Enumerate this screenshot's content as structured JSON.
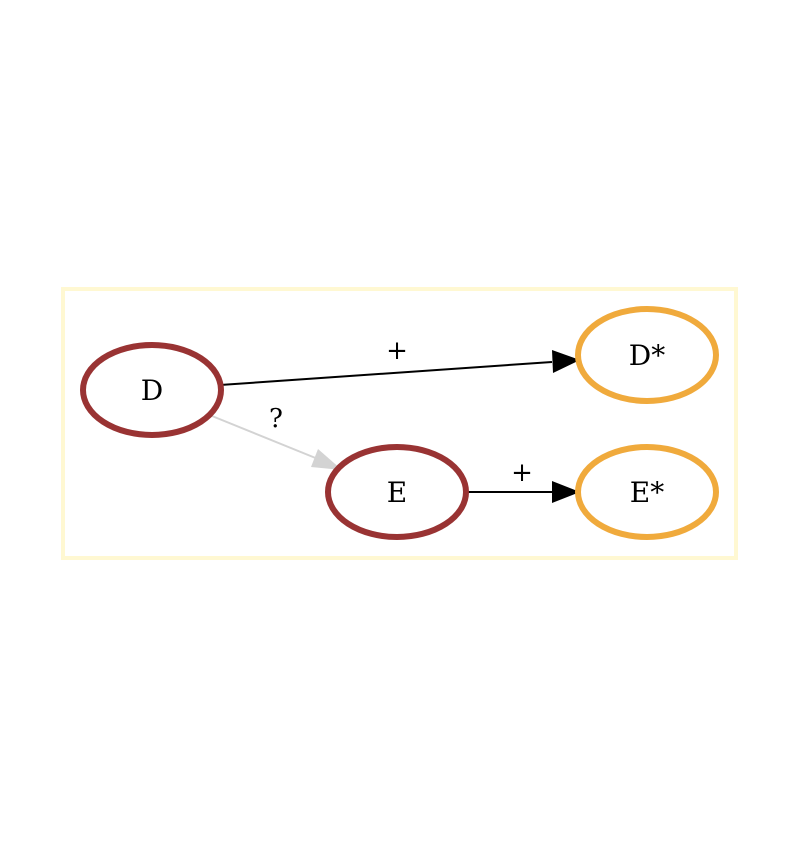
{
  "colors": {
    "cluster_border": "#fff8d2",
    "source_node_stroke": "#993333",
    "derived_node_stroke": "#f0aa3c",
    "solid_edge": "#000000",
    "uncertain_edge": "#d3d3d3"
  },
  "nodes": {
    "d": {
      "label": "D"
    },
    "d_star": {
      "label": "D*"
    },
    "e": {
      "label": "E"
    },
    "e_star": {
      "label": "E*"
    }
  },
  "edges": {
    "d_to_d_star": {
      "label": "+"
    },
    "d_to_e": {
      "label": "?"
    },
    "e_to_e_star": {
      "label": "+"
    }
  }
}
